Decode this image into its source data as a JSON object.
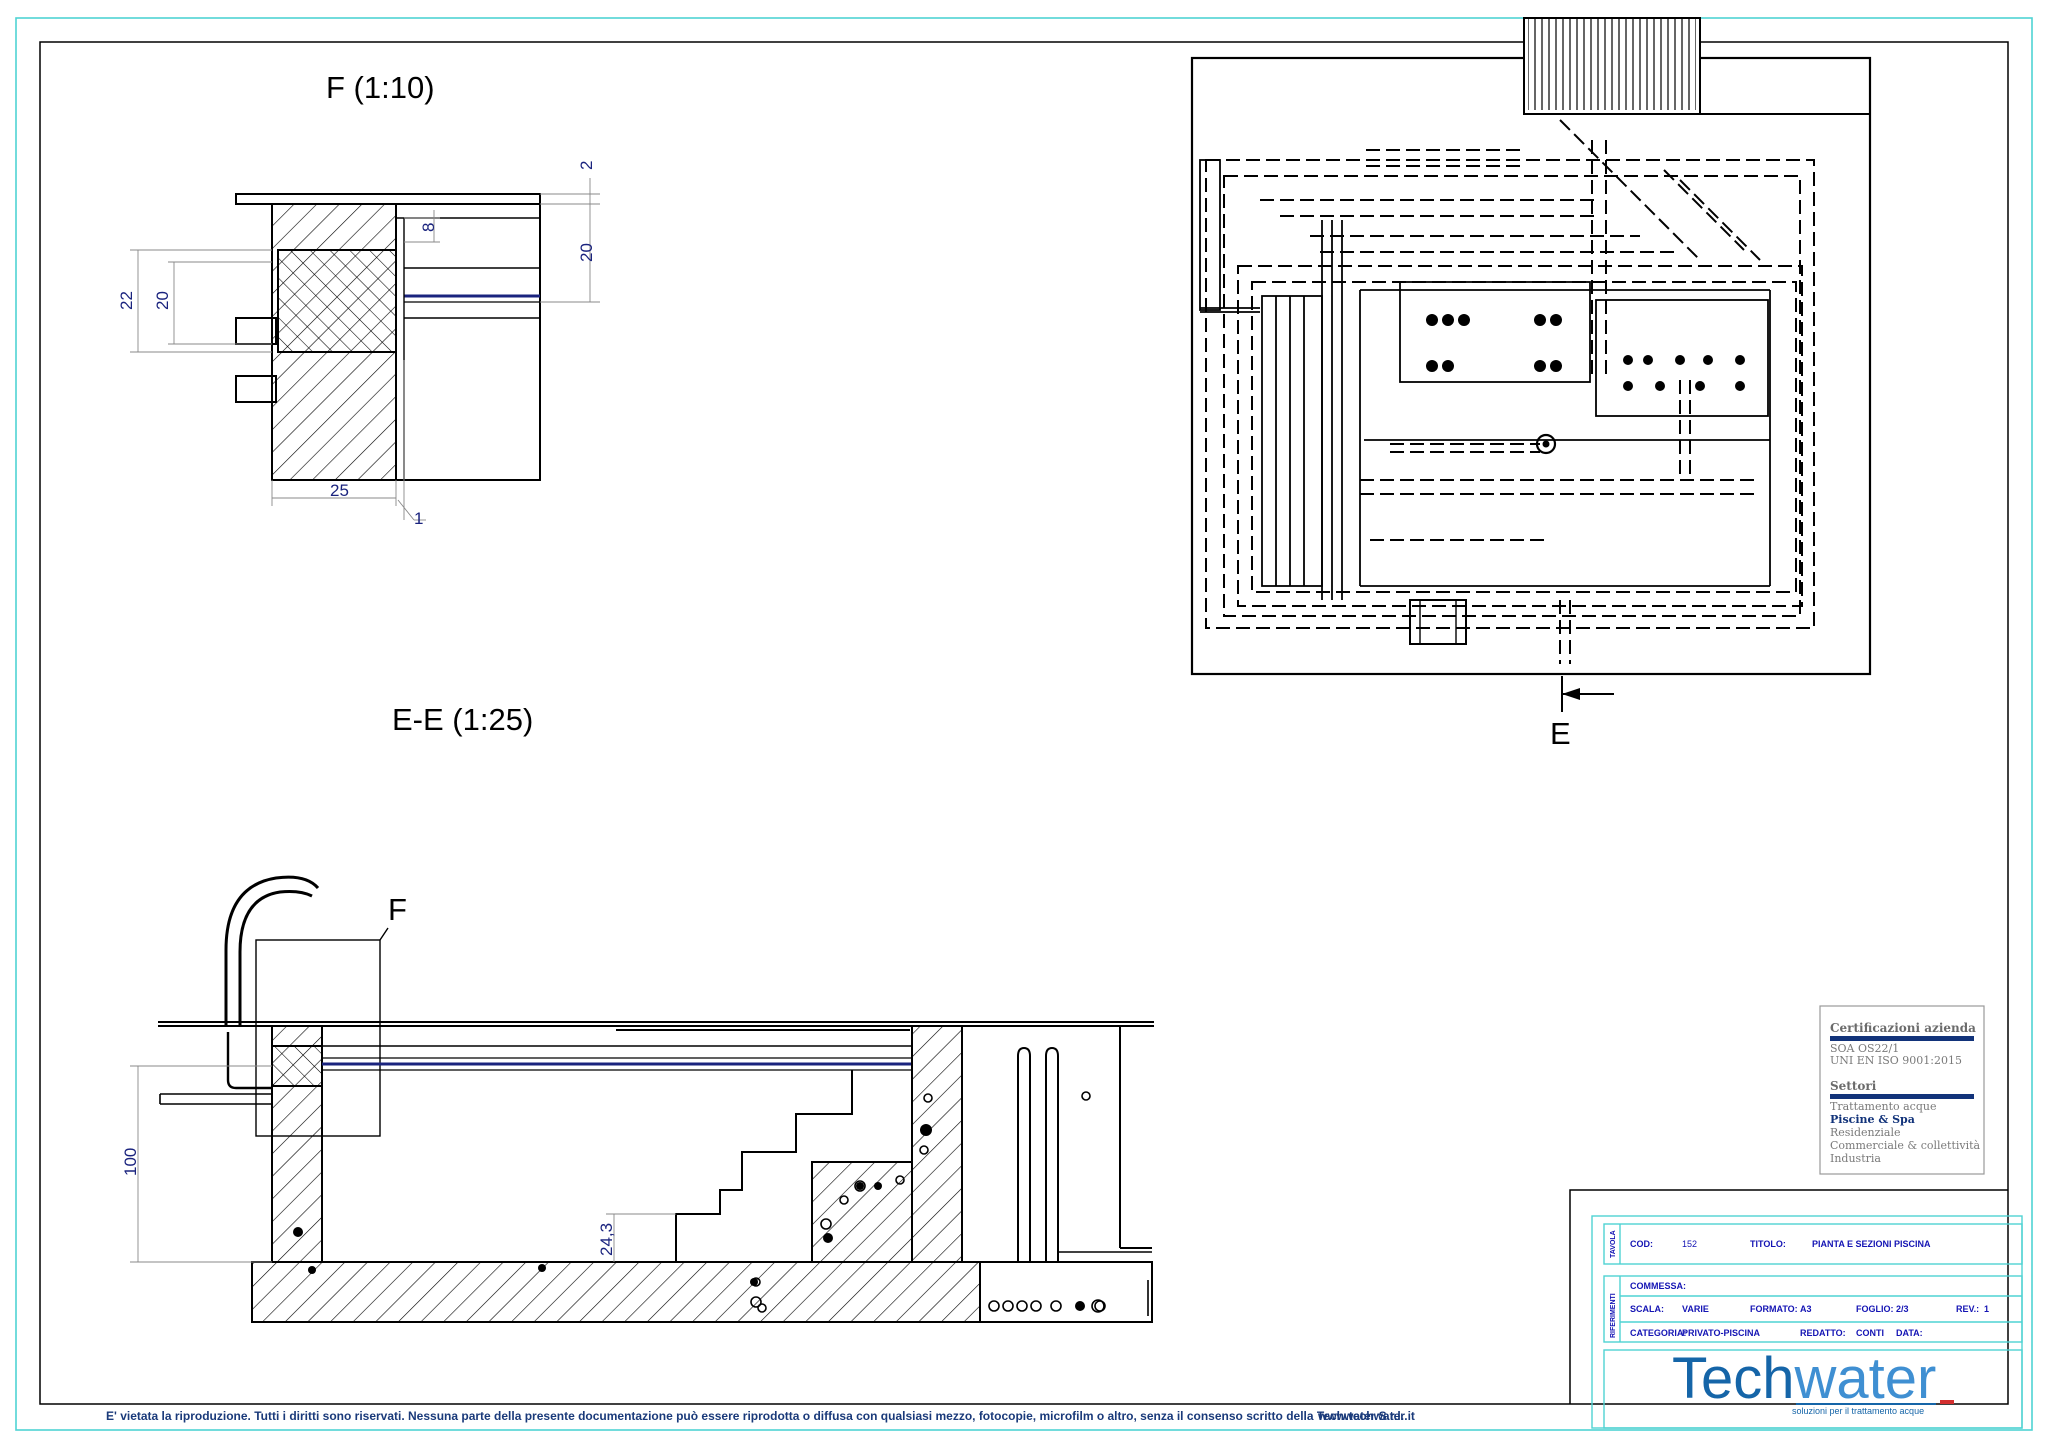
{
  "views": {
    "detail_title": "F (1:10)",
    "section_title": "E-E (1:25)",
    "detail_callout": "F",
    "section_marker": "E"
  },
  "dimensions": {
    "d_2": "2",
    "d_8": "8",
    "d_20_right": "20",
    "d_22": "22",
    "d_20_left": "20",
    "d_25": "25",
    "d_1": "1",
    "d_100": "100",
    "d_24_3": "24,3"
  },
  "certifications": {
    "heading": "Certificazioni azienda",
    "items": [
      "SOA OS22/1",
      "UNI EN ISO 9001:2015"
    ],
    "sectors_heading": "Settori",
    "sectors": [
      "Trattamento acque",
      "Piscine & Spa",
      "Residenziale",
      "Commerciale & collettività",
      "Industria"
    ],
    "highlight_sector": "Piscine & Spa"
  },
  "title_block": {
    "side_top": "TAVOLA",
    "side_bottom": "RIFERIMENTI",
    "cod_label": "COD:",
    "cod_value": "152",
    "titolo_label": "TITOLO:",
    "titolo_value": "PIANTA E SEZIONI PISCINA",
    "commessa_label": "COMMESSA:",
    "scala_label": "SCALA:",
    "scala_value": "VARIE",
    "formato_label": "FORMATO:",
    "formato_value": "A3",
    "foglio_label": "FOGLIO:",
    "foglio_value": "2/3",
    "rev_label": "REV.:",
    "rev_value": "1",
    "categoria_label": "CATEGORIA:",
    "categoria_value": "PRIVATO-PISCINA",
    "redatto_label": "REDATTO:",
    "redatto_value": "CONTI",
    "data_label": "DATA:"
  },
  "brand": {
    "part1": "Tech",
    "part2": "water",
    "slogan": "soluzioni per il trattamento acque"
  },
  "footer": {
    "notice": "E' vietata la riproduzione. Tutti i diritti sono riservati. Nessuna parte della presente documentazione può essere riprodotta o diffusa con qualsiasi mezzo, fotocopie, microfilm o altro, senza il consenso scritto della Techwater S.r.l.",
    "website": "www.techwater.it"
  },
  "colors": {
    "frame": "#4fd3d3",
    "ink": "#000000",
    "dimension": "#1a237e",
    "titleblock_label": "#1414b4",
    "brand": "#1565a8",
    "accent_bar": "#12337a"
  }
}
